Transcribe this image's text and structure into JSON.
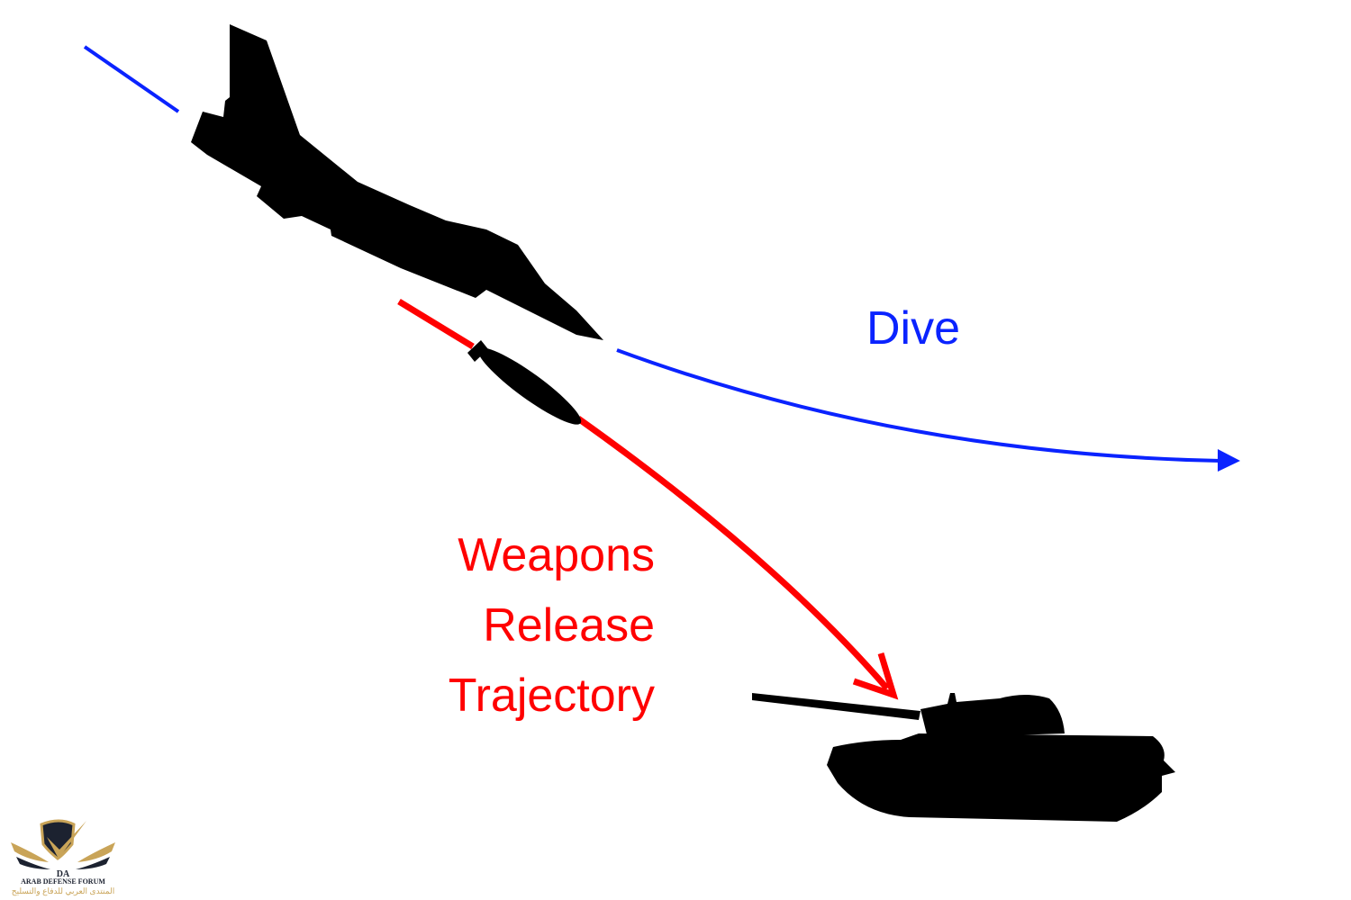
{
  "labels": {
    "dive": "Dive",
    "weapons_release": [
      "Weapons",
      "Release",
      "Trajectory"
    ]
  },
  "logo": {
    "name_en": "ARAB DEFENSE FORUM",
    "name_ar": "المنتدى العربي للدفاع والتسليح",
    "monogram": "DA"
  },
  "colors": {
    "dive": "#0a23ff",
    "weapons": "#ff0000",
    "silhouette": "#000000",
    "logo_gold": "#c9a458",
    "logo_navy": "#1c2230"
  }
}
